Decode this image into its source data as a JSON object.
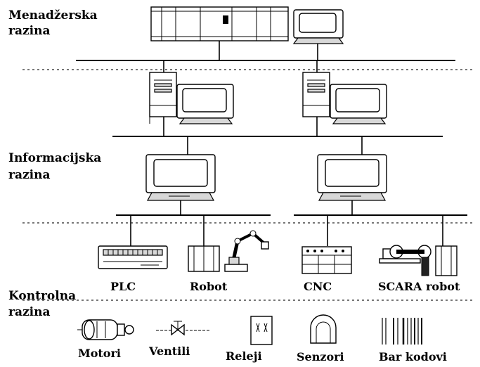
{
  "levels": {
    "management": [
      "Menadžerska",
      "razina"
    ],
    "information": [
      "Informacijska",
      "razina"
    ],
    "control": [
      "Kontrolna",
      "razina"
    ]
  },
  "devices": {
    "plc": "PLC",
    "robot": "Robot",
    "cnc": "CNC",
    "scara": "SCARA robot"
  },
  "field": {
    "motors": "Motori",
    "valves": "Ventili",
    "relays": "Releji",
    "sensors": "Senzori",
    "barcodes": "Bar kodovi"
  }
}
